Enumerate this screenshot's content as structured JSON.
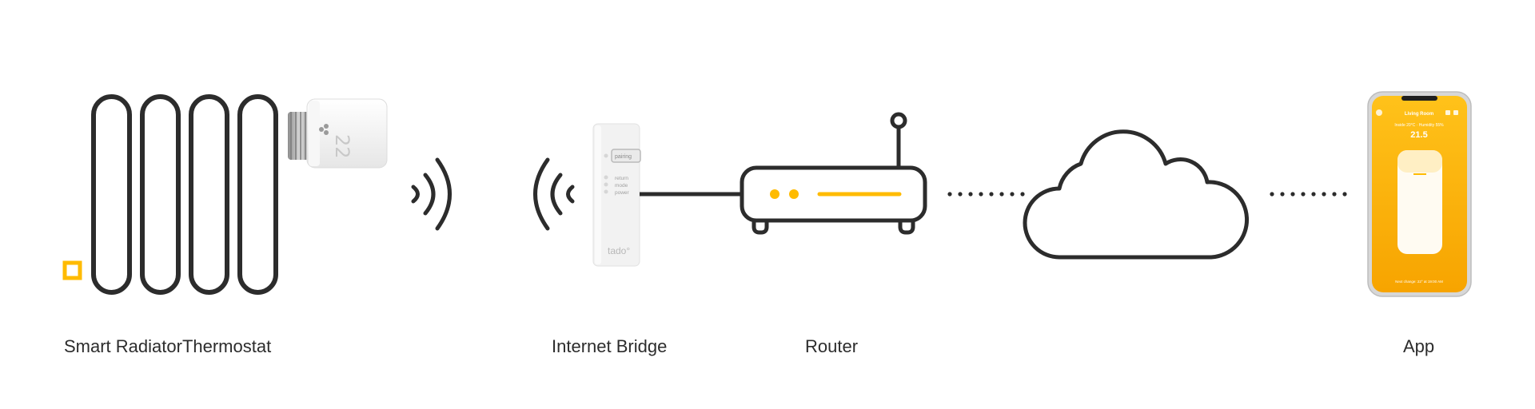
{
  "labels": {
    "thermostat": "Smart RadiatorThermostat",
    "bridge": "Internet Bridge",
    "router": "Router",
    "app": "App"
  },
  "bridge_device": {
    "button": "pairing",
    "leds": [
      "return",
      "mode",
      "power"
    ],
    "brand": "tado°"
  },
  "phone_screen": {
    "room": "Living Room",
    "stats": "Inside 20°C  ·  Humidity 55%",
    "temperature": "21.5",
    "footer": "Next change: 22° at 19:00 AM"
  },
  "colors": {
    "accent": "#ffbb00",
    "line": "#2c2c2c",
    "device_white": "#f2f2f2"
  },
  "icons": {
    "radiator": "radiator-icon",
    "signal": "wifi-signal-icon",
    "cloud": "cloud-icon",
    "router": "router-icon"
  }
}
